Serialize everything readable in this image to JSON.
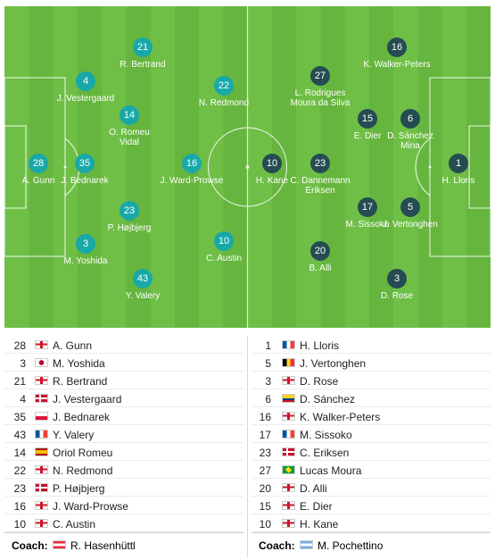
{
  "home_team": {
    "formation_players": [
      {
        "number": "28",
        "name": "A. Gunn"
      },
      {
        "number": "35",
        "name": "J. Bednarek"
      },
      {
        "number": "4",
        "name": "J. Vestergaard"
      },
      {
        "number": "3",
        "name": "M. Yoshida"
      },
      {
        "number": "21",
        "name": "R. Bertrand"
      },
      {
        "number": "14",
        "name": "O. Romeu Vidal"
      },
      {
        "number": "23",
        "name": "P. Højbjerg"
      },
      {
        "number": "43",
        "name": "Y. Valery"
      },
      {
        "number": "16",
        "name": "J. Ward-Prowse"
      },
      {
        "number": "22",
        "name": "N. Redmond"
      },
      {
        "number": "10",
        "name": "C. Austin"
      }
    ],
    "roster": [
      {
        "number": "28",
        "name": "A. Gunn",
        "flag": "england-flag"
      },
      {
        "number": "3",
        "name": "M. Yoshida",
        "flag": "japan-flag"
      },
      {
        "number": "21",
        "name": "R. Bertrand",
        "flag": "england-flag"
      },
      {
        "number": "4",
        "name": "J. Vestergaard",
        "flag": "denmark-flag"
      },
      {
        "number": "35",
        "name": "J. Bednarek",
        "flag": "poland-flag"
      },
      {
        "number": "43",
        "name": "Y. Valery",
        "flag": "france-flag"
      },
      {
        "number": "14",
        "name": "Oriol Romeu",
        "flag": "spain-flag"
      },
      {
        "number": "22",
        "name": "N. Redmond",
        "flag": "england-flag"
      },
      {
        "number": "23",
        "name": "P. Højbjerg",
        "flag": "denmark-flag"
      },
      {
        "number": "16",
        "name": "J. Ward-Prowse",
        "flag": "england-flag"
      },
      {
        "number": "10",
        "name": "C. Austin",
        "flag": "england-flag"
      }
    ],
    "coach_label": "Coach:",
    "coach_name": "R. Hasenhüttl",
    "coach_flag": "austria-flag",
    "disc_color": "#19a8a8"
  },
  "away_team": {
    "formation_players": [
      {
        "number": "1",
        "name": "H. Lloris"
      },
      {
        "number": "6",
        "name": "D. Sánchez Mina"
      },
      {
        "number": "15",
        "name": "E. Dier"
      },
      {
        "number": "5",
        "name": "J. Vertonghen"
      },
      {
        "number": "17",
        "name": "M. Sissoko"
      },
      {
        "number": "16",
        "name": "K. Walker-Peters"
      },
      {
        "number": "3",
        "name": "D. Rose"
      },
      {
        "number": "27",
        "name": "L. Rodrigues Moura da Silva"
      },
      {
        "number": "23",
        "name": "C. Dannemann Eriksen"
      },
      {
        "number": "20",
        "name": "B. Alli"
      },
      {
        "number": "10",
        "name": "H. Kane"
      }
    ],
    "roster": [
      {
        "number": "1",
        "name": "H. Lloris",
        "flag": "france-flag"
      },
      {
        "number": "5",
        "name": "J. Vertonghen",
        "flag": "belgium-flag"
      },
      {
        "number": "3",
        "name": "D. Rose",
        "flag": "england-flag"
      },
      {
        "number": "6",
        "name": "D. Sánchez",
        "flag": "colombia-flag"
      },
      {
        "number": "16",
        "name": "K. Walker-Peters",
        "flag": "england-flag"
      },
      {
        "number": "17",
        "name": "M. Sissoko",
        "flag": "france-flag"
      },
      {
        "number": "23",
        "name": "C. Eriksen",
        "flag": "denmark-flag"
      },
      {
        "number": "27",
        "name": "Lucas Moura",
        "flag": "brazil-flag"
      },
      {
        "number": "20",
        "name": "D. Alli",
        "flag": "england-flag"
      },
      {
        "number": "15",
        "name": "E. Dier",
        "flag": "england-flag"
      },
      {
        "number": "10",
        "name": "H. Kane",
        "flag": "england-flag"
      }
    ],
    "coach_label": "Coach:",
    "coach_name": "M. Pochettino",
    "coach_flag": "argentina-flag",
    "disc_color": "#254c52"
  }
}
